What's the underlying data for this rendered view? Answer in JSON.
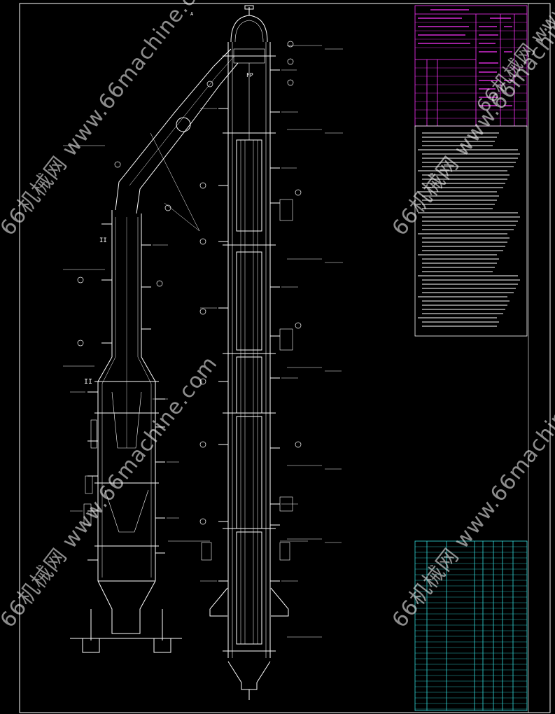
{
  "watermarks": [
    "66机械网 www.66machine.com",
    "66机械网 www.66machine.com",
    "66机械网 www.66machine.com",
    "66机械网 www.66machine.com",
    "66机械网 www.66mac"
  ],
  "labels": {
    "top_point": "A",
    "reactor_mark": "FP",
    "view_mark_1": "II",
    "view_mark_2": "II"
  },
  "colors": {
    "background": "#000000",
    "linework": "#ffffff",
    "spec_table": "#ff33ff",
    "parts_list": "#33dddd",
    "notes": "#ffffff"
  }
}
